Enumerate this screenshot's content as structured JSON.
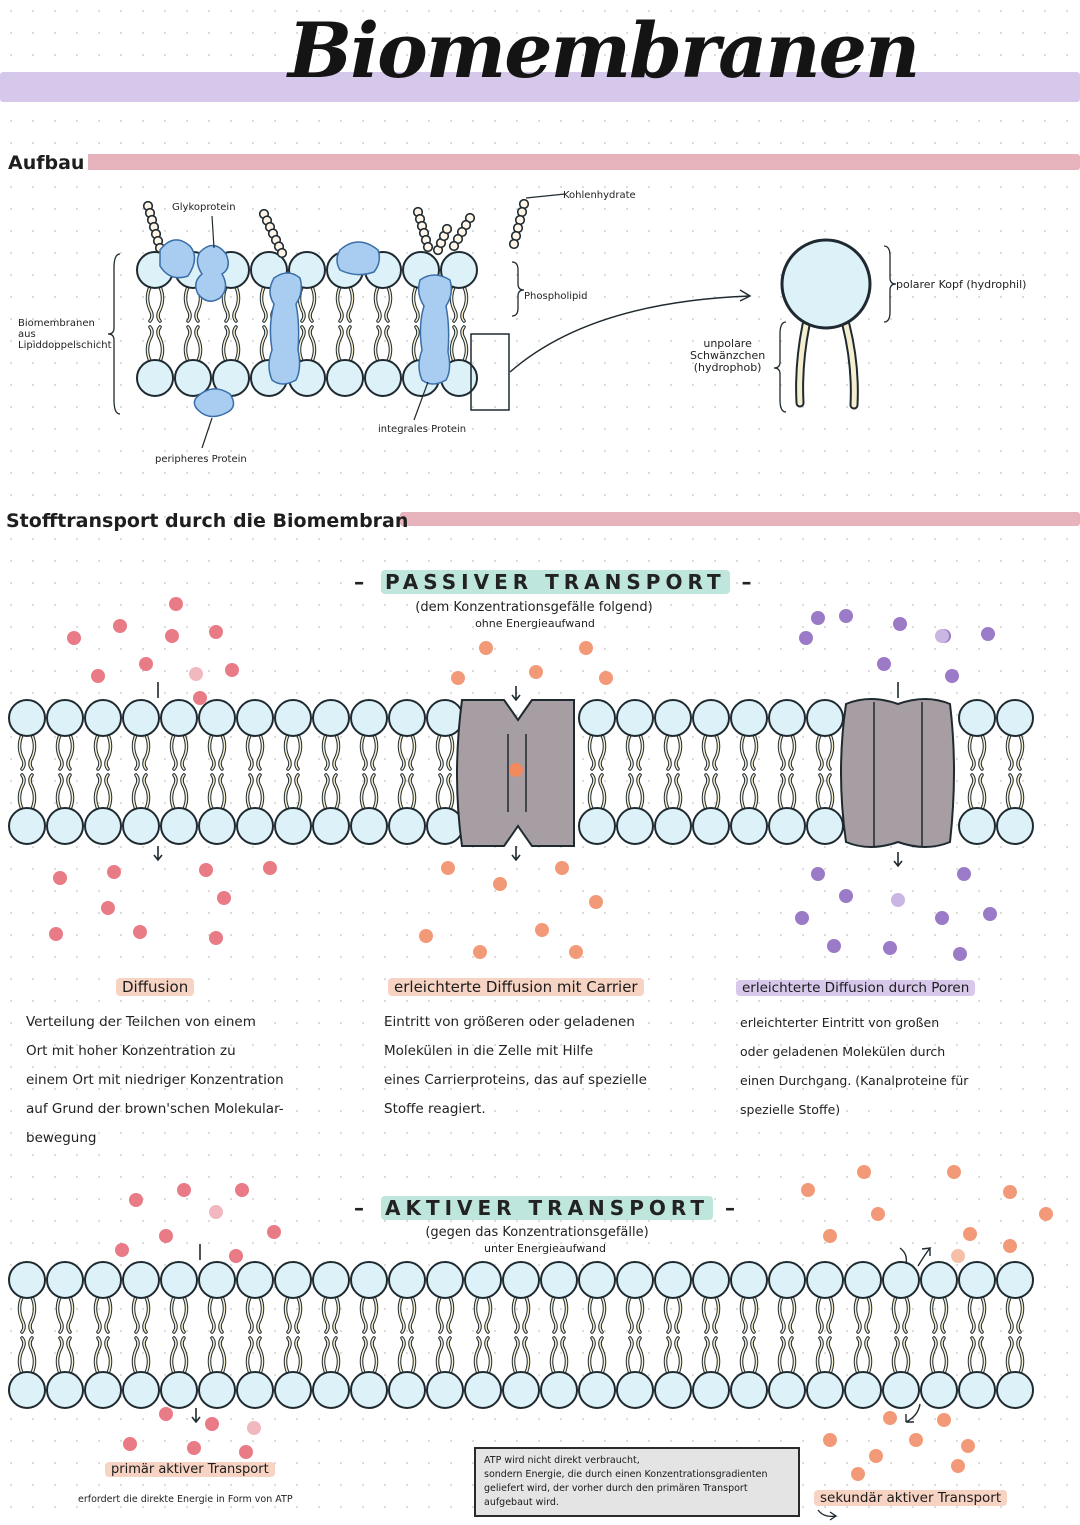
{
  "title": "Biomembranen",
  "sections": {
    "aufbau": "Aufbau",
    "stofftransport": "Stofftransport durch die Biomembran"
  },
  "aufbau_labels": {
    "glykoprotein": "Glykoprotein",
    "kohlenhydrate": "Kohlenhydrate",
    "phospholipid": "Phospholipid",
    "biomembranen_line1": "Biomembranen",
    "biomembranen_line2": "aus",
    "biomembranen_line3": "Lipiddoppelschicht",
    "integrales": "integrales Protein",
    "peripheres": "peripheres Protein",
    "polarer_kopf": "polarer Kopf (hydrophil)",
    "unpolare_line1": "unpolare",
    "unpolare_line2": "Schwänzchen",
    "unpolare_line3": "(hydrophob)"
  },
  "passive": {
    "banner": "PASSIVER TRANSPORT",
    "sub1": "(dem Konzentrationsgefälle folgend)",
    "sub2": "ohne Energieaufwand",
    "diffusion": {
      "label": "Diffusion",
      "lines": [
        "Verteilung der Teilchen von einem",
        "Ort mit hoher Konzentration zu",
        "einem Ort mit niedriger Konzentration",
        "auf Grund der brown'schen Molekular-",
        "bewegung"
      ]
    },
    "carrier": {
      "label": "erleichterte Diffusion mit Carrier",
      "lines": [
        "Eintritt von größeren oder geladenen",
        "Molekülen in die Zelle mit Hilfe",
        "eines Carrierproteins, das auf spezielle",
        "Stoffe reagiert."
      ]
    },
    "poren": {
      "label": "erleichterte Diffusion durch Poren",
      "lines": [
        "erleichterter Eintritt von großen",
        "oder geladenen Molekülen durch",
        "einen Durchgang. (Kanalproteine für",
        "spezielle Stoffe)"
      ]
    }
  },
  "active": {
    "banner": "AKTIVER TRANSPORT",
    "sub1": "(gegen das Konzentrationsgefälle)",
    "sub2": "unter Energieaufwand",
    "primaer": "primär aktiver Transport",
    "primaer_note": "erfordert die direkte Energie in Form von ATP",
    "note_lines": [
      "ATP wird nicht direkt verbraucht,",
      "sondern Energie, die durch einen Konzentrationsgradienten",
      "geliefert wird, der vorher durch den primären Transport",
      "aufgebaut wird."
    ],
    "sekundaer": "sekundär aktiver Transport"
  },
  "colors": {
    "lavender": "#d6c8ea",
    "pink": "#e6b3bd",
    "head_fill": "#ddf1f8",
    "protein": "#a9cdf0",
    "channel": "#a79ea3",
    "red_dot": "#e97b86",
    "orange_dot": "#f29a78",
    "purple_dot": "#9b7bc8",
    "mint": "#bfe6dc",
    "peach": "#f7d3c3",
    "lilac": "#d8c8ec"
  }
}
